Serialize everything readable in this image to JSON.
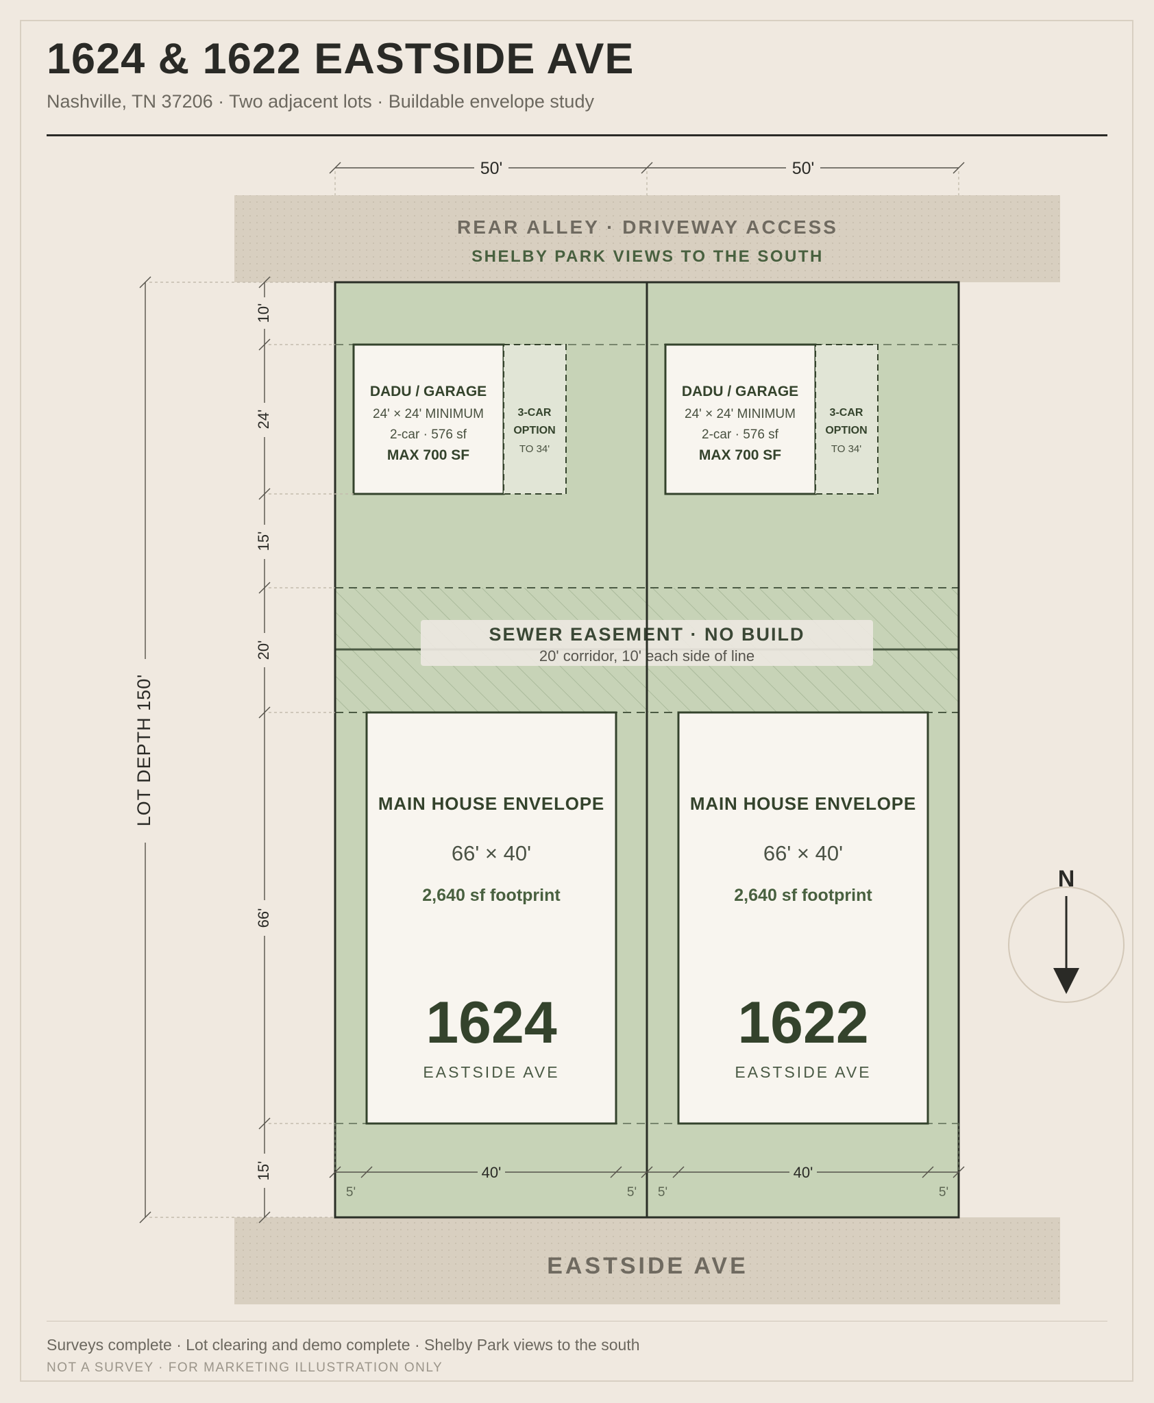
{
  "header": {
    "title": "1624 & 1622 EASTSIDE AVE",
    "subtitle": "Nashville, TN 37206 · Two adjacent lots · Buildable envelope study"
  },
  "plan": {
    "top_frontage_dims": [
      "50'",
      "50'"
    ],
    "alley_line1": "REAR ALLEY · DRIVEWAY ACCESS",
    "alley_line2": "SHELBY PARK VIEWS TO THE SOUTH",
    "street_label": "EASTSIDE AVE",
    "lot_depth_label": "LOT DEPTH 150'",
    "depth_segments": [
      "10'",
      "24'",
      "15'",
      "20'",
      "66'",
      "15'"
    ],
    "easement": {
      "title": "SEWER EASEMENT · NO BUILD",
      "detail": "20' corridor, 10' each side of line"
    },
    "lots": [
      {
        "number": "1624",
        "street": "EASTSIDE AVE",
        "dadu": {
          "title": "DADU / GARAGE",
          "size": "24' × 24' MINIMUM",
          "cars": "2-car · 576 sf",
          "max": "MAX 700 SF",
          "option_line1": "3-CAR",
          "option_line2": "OPTION",
          "option_line3": "TO 34'"
        },
        "house": {
          "title": "MAIN HOUSE ENVELOPE",
          "dims": "66' × 40'",
          "footprint": "2,640 sf footprint"
        },
        "width_dim": "40'",
        "setback_left": "5'",
        "setback_right": "5'"
      },
      {
        "number": "1622",
        "street": "EASTSIDE AVE",
        "dadu": {
          "title": "DADU / GARAGE",
          "size": "24' × 24' MINIMUM",
          "cars": "2-car · 576 sf",
          "max": "MAX 700 SF",
          "option_line1": "3-CAR",
          "option_line2": "OPTION",
          "option_line3": "TO 34'"
        },
        "house": {
          "title": "MAIN HOUSE ENVELOPE",
          "dims": "66' × 40'",
          "footprint": "2,640 sf footprint"
        },
        "width_dim": "40'",
        "setback_left": "5'",
        "setback_right": "5'"
      }
    ],
    "compass_label": "N"
  },
  "footer": {
    "note": "Surveys complete · Lot clearing and demo complete · Shelby Park views to the south",
    "disclaimer": "NOT A SURVEY · FOR MARKETING ILLUSTRATION ONLY"
  },
  "colors": {
    "background": "#f0e9e0",
    "lot_green": "#c7d3b7",
    "envelope_fill": "#f8f5ef",
    "dark_green": "#34432c",
    "road_tan": "#d8cfc0"
  }
}
